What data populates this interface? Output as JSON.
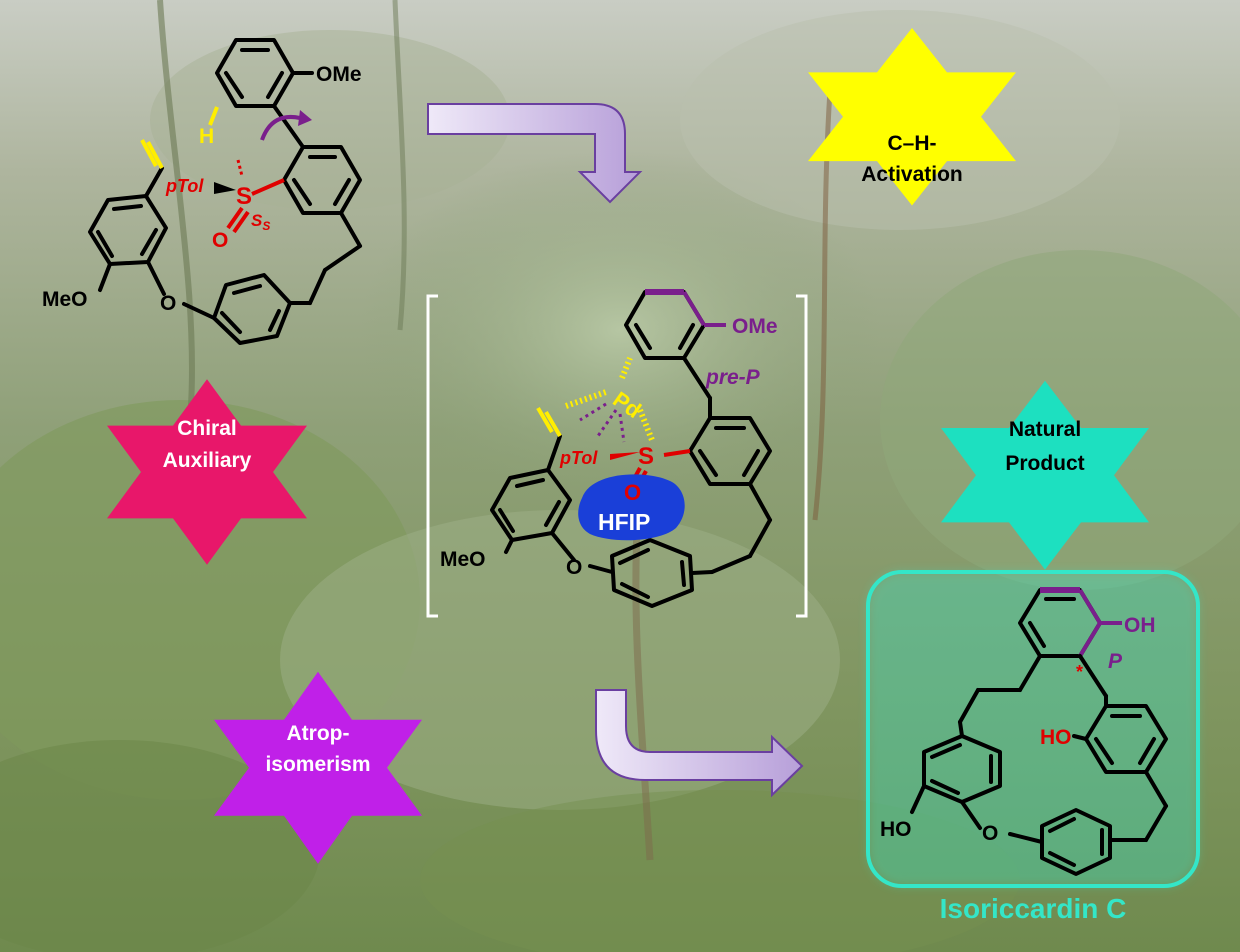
{
  "colors": {
    "star_yellow": "#ffff00",
    "star_pink": "#e8176a",
    "star_teal": "#1de0c0",
    "star_purple": "#c020e8",
    "accent_purple": "#7a1f8c",
    "accent_red": "#e00000",
    "hfip_blue": "#1a3fd8",
    "frame_teal": "#34e6c8",
    "arrow_fill": "#c9b8e4",
    "arrow_edge": "#6a3fa0"
  },
  "stars": {
    "ch_activation": "C–H-\nActivation",
    "chiral_auxiliary": "Chiral\nAuxiliary",
    "natural_product": "Natural\nProduct",
    "atropisomerism": "Atrop-\nisomerism"
  },
  "start_molecule": {
    "ome": "OMe",
    "h": "H",
    "ptol": "pTol",
    "s": "S",
    "s_config": "S",
    "s_config_sub": "S",
    "o": "O",
    "meo": "MeO",
    "ether_o": "O"
  },
  "intermediate": {
    "ome": "OMe",
    "pre_p": "pre-P",
    "pd": "Pd",
    "ptol": "pTol",
    "s": "S",
    "o": "O",
    "hfip": "HFIP",
    "meo": "MeO",
    "ether_o": "O"
  },
  "product": {
    "oh_top": "OH",
    "p_label": "P",
    "star_mark": "*",
    "ho_red": "HO",
    "ho_left": "HO",
    "ether_o": "O",
    "name": "Isoriccardin C"
  }
}
